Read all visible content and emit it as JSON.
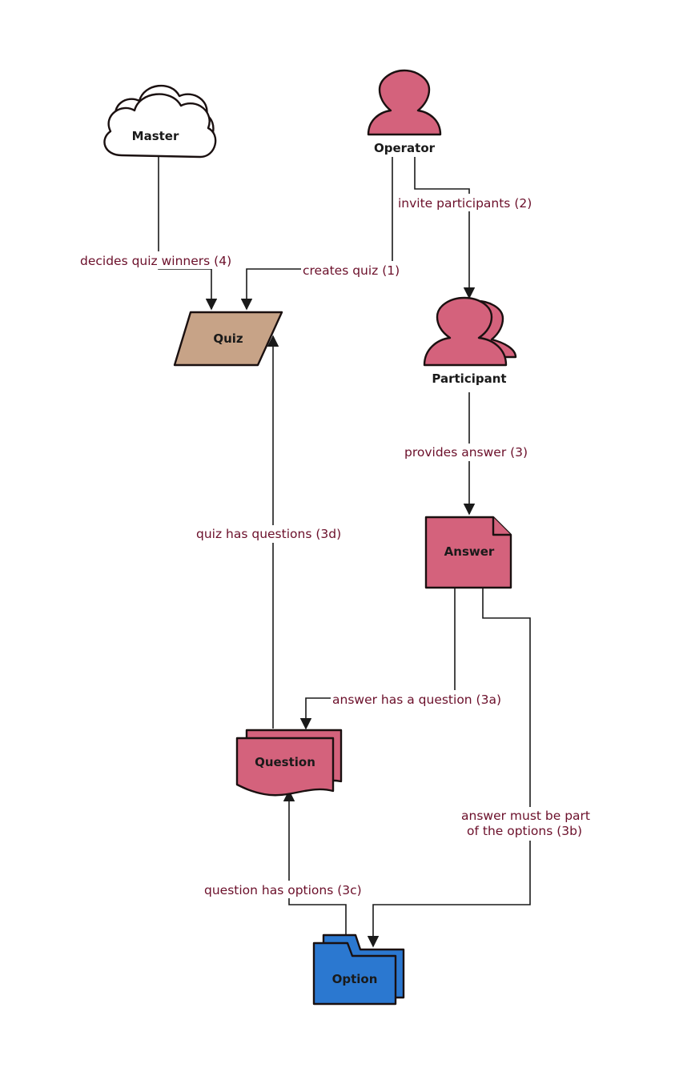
{
  "colors": {
    "pink": "#d4627c",
    "brown": "#c7a387",
    "blue": "#2b78d0",
    "cloud": "#ffffff",
    "edge_label": "#6b0f2a",
    "stroke": "#1a1a1a"
  },
  "nodes": {
    "master": {
      "label": "Master",
      "shape": "cloud-icon"
    },
    "operator": {
      "label": "Operator",
      "shape": "person-icon"
    },
    "quiz": {
      "label": "Quiz",
      "shape": "parallelogram"
    },
    "participant": {
      "label": "Participant",
      "shape": "people-icon"
    },
    "answer": {
      "label": "Answer",
      "shape": "document-icon"
    },
    "question": {
      "label": "Question",
      "shape": "multi-document-icon"
    },
    "option": {
      "label": "Option",
      "shape": "folder-icon"
    }
  },
  "edges": {
    "decides": "decides quiz winners (4)",
    "creates": "creates quiz (1)",
    "invite": "invite participants (2)",
    "provides": "provides answer (3)",
    "has_questions": "quiz has questions (3d)",
    "has_question": "answer has a question (3a)",
    "must_be_part_1": "answer must be part",
    "must_be_part_2": "of the options (3b)",
    "has_options": "question has options (3c)"
  }
}
